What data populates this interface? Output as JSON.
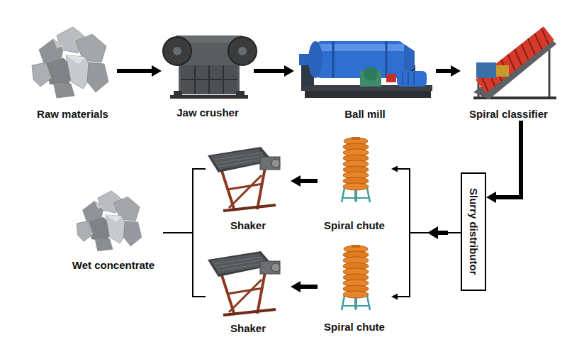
{
  "diagram": {
    "nodes": [
      {
        "text": [
          "Raw materials"
        ]
      },
      {
        "text": [
          "Jaw crusher"
        ]
      },
      {
        "text": [
          "Ball mill"
        ]
      },
      {
        "text": [
          "Spiral classifier"
        ]
      },
      {
        "text": [
          "Slurry distributor"
        ]
      },
      {
        "text": [
          "Spiral chute"
        ]
      },
      {
        "text": [
          "Spiral chute"
        ]
      },
      {
        "text": [
          "Shaker"
        ]
      },
      {
        "text": [
          "Shaker"
        ]
      },
      {
        "text": [
          "Wet concentrate"
        ]
      }
    ],
    "edges": [
      {
        "from": 0,
        "to": 1,
        "arrow": "to"
      },
      {
        "from": 1,
        "to": 2,
        "arrow": "to"
      },
      {
        "from": 2,
        "to": 3,
        "arrow": "to"
      },
      {
        "from": 3,
        "to": 4,
        "arrow": "to"
      },
      {
        "from": 4,
        "to": 5,
        "arrow": "to"
      },
      {
        "from": 4,
        "to": 6,
        "arrow": "to"
      },
      {
        "from": 5,
        "to": 7,
        "arrow": "to"
      },
      {
        "from": 6,
        "to": 8,
        "arrow": "to"
      },
      {
        "from": 7,
        "to": 9,
        "arrow": "none"
      },
      {
        "from": 8,
        "to": 9,
        "arrow": "none"
      }
    ]
  }
}
